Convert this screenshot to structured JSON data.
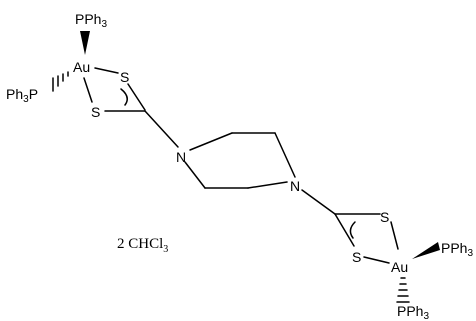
{
  "labels": {
    "pph3_top_a": "PPh",
    "pph3_top_a_sub": "3",
    "au_top": "Au",
    "pph3_left_a": "Ph",
    "pph3_left_a_sub": "3",
    "pph3_left_a_p": "P",
    "s_top_a": "S",
    "s_top_b": "S",
    "n_top": "N",
    "n_bottom": "N",
    "s_bottom_a": "S",
    "s_bottom_b": "S",
    "au_bottom": "Au",
    "pph3_right_b": "PPh",
    "pph3_right_b_sub": "3",
    "pph3_bottom_b": "PPh",
    "pph3_bottom_b_sub": "3",
    "solvent_count": "2 CHCl",
    "solvent_sub": "3"
  }
}
